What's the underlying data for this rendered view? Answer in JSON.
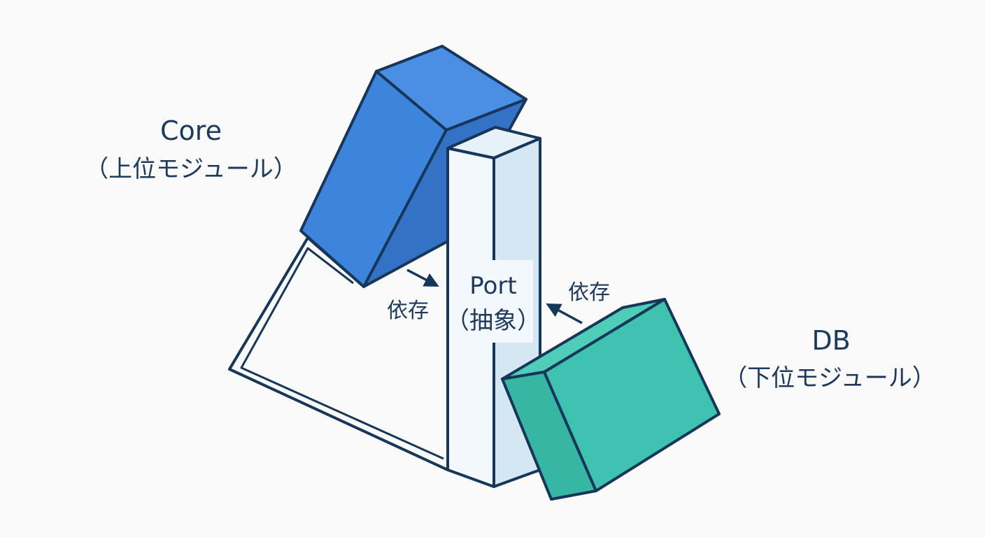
{
  "core": {
    "title": "Core",
    "subtitle": "（上位モジュール）",
    "color": "#4a8fe3"
  },
  "port": {
    "title": "Port",
    "subtitle": "（抽象）",
    "color": "#ddedf6"
  },
  "db": {
    "title": "DB",
    "subtitle": "（下位モジュール）",
    "color": "#3fc2b0"
  },
  "arrows": {
    "core_to_port": "依存",
    "db_to_port": "依存"
  },
  "colors": {
    "outline": "#16365a",
    "background": "#fafafa"
  }
}
